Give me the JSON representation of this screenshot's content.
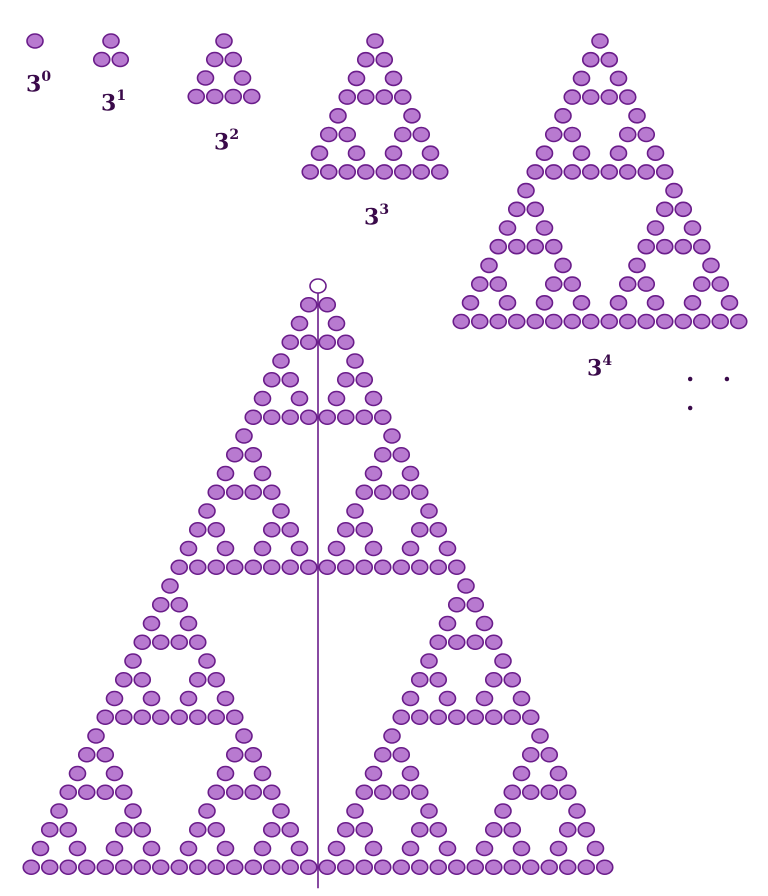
{
  "figure": {
    "labels": [
      {
        "base": "3",
        "exp": "0"
      },
      {
        "base": "3",
        "exp": "1"
      },
      {
        "base": "3",
        "exp": "2"
      },
      {
        "base": "3",
        "exp": "3"
      },
      {
        "base": "3",
        "exp": "4"
      }
    ],
    "continuation": ". . .",
    "fractal_levels": [
      0,
      1,
      2,
      3,
      4,
      5
    ],
    "colors": {
      "dot_fill": "#b87ad0",
      "dot_stroke": "#6a1d8a",
      "axis_line": "#6a1d8a",
      "apex_dot_fill": "#ffffff",
      "label_text": "#3a0a4a"
    }
  }
}
